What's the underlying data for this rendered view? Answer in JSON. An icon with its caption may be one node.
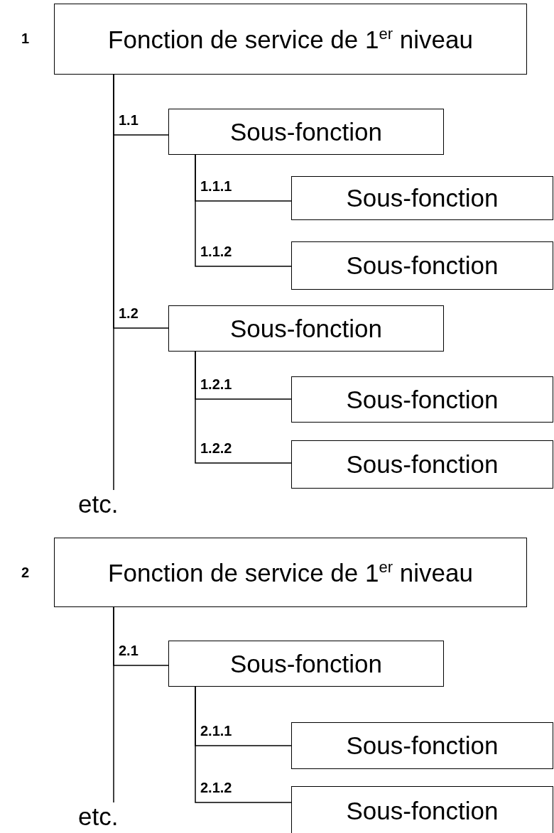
{
  "diagram": {
    "nodes": [
      {
        "text": [
          "Fonction de service de 1$^{er}$ niveau"
        ],
        "beside": [
          "1"
        ]
      },
      {
        "text": [
          "Sous-fonction"
        ]
      },
      {
        "text": [
          "Sous-fonction"
        ]
      },
      {
        "text": [
          "Sous-fonction"
        ]
      },
      {
        "text": [
          "Sous-fonction"
        ]
      },
      {
        "text": [
          "Sous-fonction"
        ]
      },
      {
        "text": [
          "Sous-fonction"
        ]
      },
      {
        "text": [
          "etc."
        ]
      },
      {
        "text": [
          "Fonction de service de 1$^{er}$ niveau"
        ],
        "beside": [
          "2"
        ]
      },
      {
        "text": [
          "Sous-fonction"
        ]
      },
      {
        "text": [
          "Sous-fonction"
        ]
      },
      {
        "text": [
          "Sous-fonction"
        ]
      },
      {
        "text": [
          "etc."
        ]
      }
    ],
    "edges": [
      {
        "from": 0,
        "to": 1,
        "arrow": "none",
        "label": "1.1"
      },
      {
        "from": 1,
        "to": 2,
        "arrow": "none",
        "label": "1.1.1"
      },
      {
        "from": 1,
        "to": 3,
        "arrow": "none",
        "label": "1.1.2"
      },
      {
        "from": 0,
        "to": 4,
        "arrow": "none",
        "label": "1.2"
      },
      {
        "from": 4,
        "to": 5,
        "arrow": "none",
        "label": "1.2.1"
      },
      {
        "from": 4,
        "to": 6,
        "arrow": "none",
        "label": "1.2.2"
      },
      {
        "from": 0,
        "to": 7,
        "arrow": "none"
      },
      {
        "from": 8,
        "to": 9,
        "arrow": "none",
        "label": "2.1"
      },
      {
        "from": 9,
        "to": 10,
        "arrow": "none",
        "label": "2.1.1"
      },
      {
        "from": 9,
        "to": 11,
        "arrow": "none",
        "label": "2.1.2"
      },
      {
        "from": 8,
        "to": 12,
        "arrow": "none"
      }
    ]
  }
}
